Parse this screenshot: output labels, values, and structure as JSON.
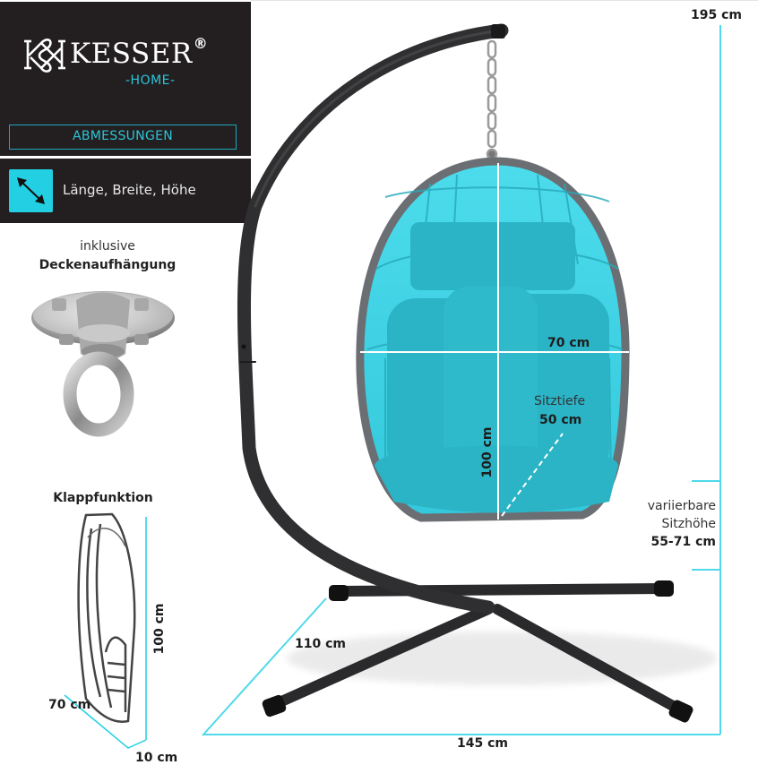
{
  "brand": {
    "name": "KESSER",
    "registered_mark": "®",
    "sub": "-HOME-",
    "logo_icon": "ks-monogram-icon"
  },
  "section": {
    "title": "ABMESSUNGEN"
  },
  "legend": {
    "icon": "diagonal-double-arrow-icon",
    "label": "Länge, Breite, Höhe"
  },
  "ceiling_mount": {
    "caption_light": "inklusive",
    "caption_bold": "Deckenaufhängung",
    "icon": "ceiling-hook-icon"
  },
  "folding": {
    "title": "Klappfunktion",
    "height": "100 cm",
    "width": "70 cm",
    "depth": "10 cm"
  },
  "dimensions": {
    "total_height": "195 cm",
    "chair_width": "70 cm",
    "chair_height": "100 cm",
    "seat_depth_label": "Sitztiefe",
    "seat_depth": "50 cm",
    "seat_height_label_1": "variierbare",
    "seat_height_label_2": "Sitzhöhe",
    "seat_height": "55-71 cm",
    "base_depth": "110 cm",
    "base_width": "145 cm"
  },
  "colors": {
    "accent": "#22cfe3",
    "accent_dark": "#1aa9bd",
    "panel": "#231f20",
    "frame": "#2f2f31",
    "egg_fill": "#3fd3e6",
    "cushion": "#2bb4c6",
    "rattan": "#6b6e72"
  }
}
